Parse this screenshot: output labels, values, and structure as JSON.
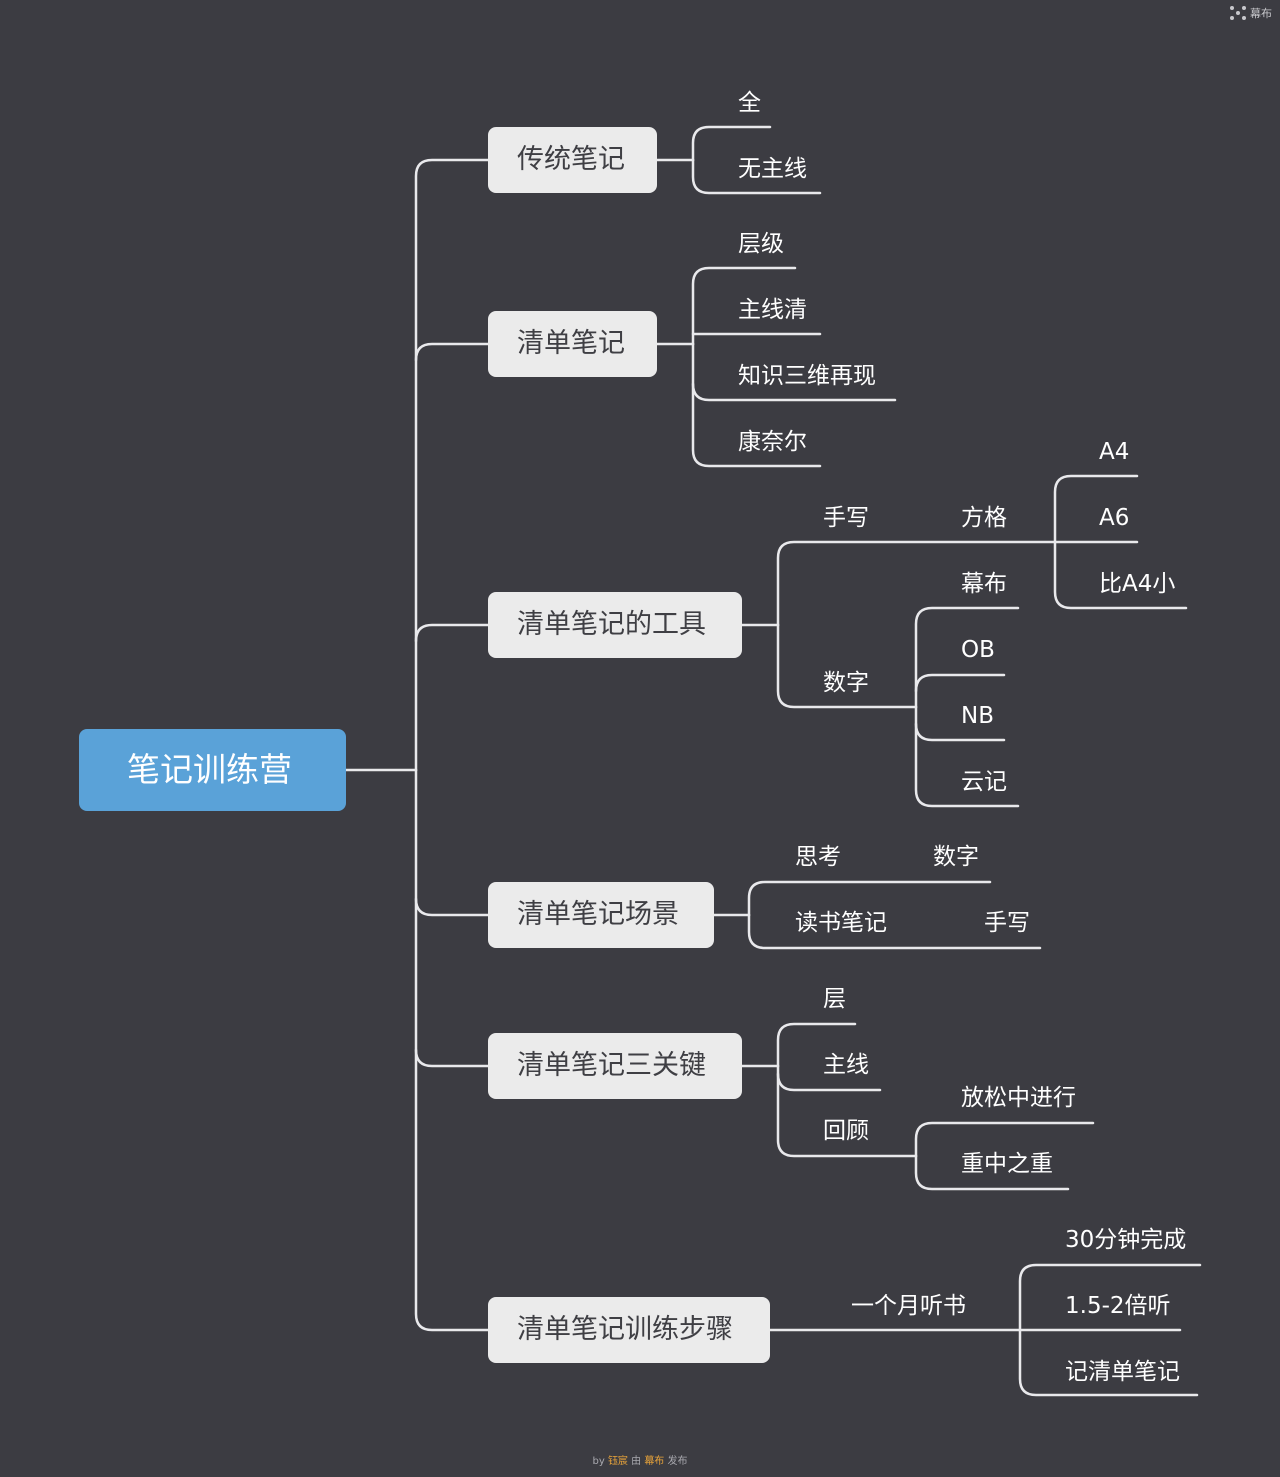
{
  "brand": {
    "icon": "mubu-logo-icon",
    "label": "幕布"
  },
  "root": "笔记训练营",
  "branches": [
    {
      "label": "传统笔记",
      "children": [
        "全",
        "无主线"
      ]
    },
    {
      "label": "清单笔记",
      "children": [
        "层级",
        "主线清",
        "知识三维再现",
        "康奈尔"
      ]
    },
    {
      "label": "清单笔记的工具",
      "handwriting": {
        "label": "手写",
        "mid": "方格",
        "leaves": [
          "A4",
          "A6",
          "比A4小"
        ]
      },
      "digital": {
        "label": "数字",
        "leaves": [
          "幕布",
          "OB",
          "NB",
          "云记"
        ]
      }
    },
    {
      "label": "清单笔记场景",
      "rows": [
        {
          "left": "思考",
          "right": "数字"
        },
        {
          "left": "读书笔记",
          "right": "手写"
        }
      ]
    },
    {
      "label": "清单笔记三关键",
      "children": [
        "层",
        "主线",
        "回顾"
      ],
      "review_children": [
        "放松中进行",
        "重中之重"
      ]
    },
    {
      "label": "清单笔记训练步骤",
      "child": "一个月听书",
      "leaves": [
        "30分钟完成",
        "1.5-2倍听",
        "记清单笔记"
      ]
    }
  ],
  "footer": {
    "by": "by",
    "author": "钰宸",
    "via": "由",
    "app": "幕布",
    "action": "发布"
  },
  "colors": {
    "background": "#3c3c42",
    "root": "#5aa2d8",
    "node": "#ebebeb",
    "line": "#e9e9ec",
    "footer_highlight": "#e8a33a"
  }
}
